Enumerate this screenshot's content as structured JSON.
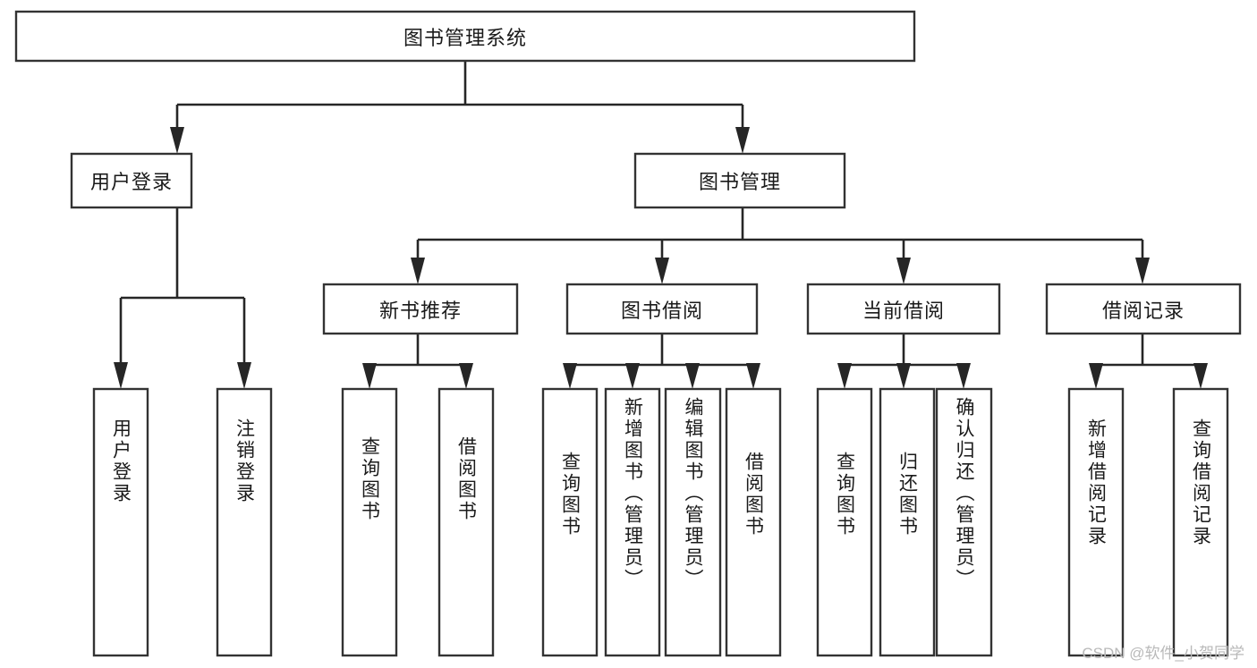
{
  "diagram": {
    "kind": "hierarchy-tree",
    "watermark": "CSDN @软件_小贺同学",
    "colors": {
      "background": "#ffffff",
      "box_stroke": "#333333",
      "connector": "#262626",
      "text": "#1a1a1a",
      "watermark": "#b9b9b9"
    },
    "root": {
      "label": "图书管理系统",
      "orientation": "horizontal"
    },
    "level1": [
      {
        "label": "用户登录",
        "orientation": "horizontal"
      },
      {
        "label": "图书管理",
        "orientation": "horizontal"
      }
    ],
    "level2": [
      {
        "label": "新书推荐",
        "orientation": "horizontal"
      },
      {
        "label": "图书借阅",
        "orientation": "horizontal"
      },
      {
        "label": "当前借阅",
        "orientation": "horizontal"
      },
      {
        "label": "借阅记录",
        "orientation": "horizontal"
      }
    ],
    "leaves": {
      "user_login": [
        {
          "label": "用户登录",
          "orientation": "vertical"
        },
        {
          "label": "注销登录",
          "orientation": "vertical"
        }
      ],
      "new_book_recommend": [
        {
          "label": "查询图书",
          "orientation": "vertical"
        },
        {
          "label": "借阅图书",
          "orientation": "vertical"
        }
      ],
      "book_borrow": [
        {
          "label": "查询图书",
          "orientation": "vertical"
        },
        {
          "label": "新增图书（管理员）",
          "orientation": "vertical"
        },
        {
          "label": "编辑图书（管理员）",
          "orientation": "vertical"
        },
        {
          "label": "借阅图书",
          "orientation": "vertical"
        }
      ],
      "current_borrow": [
        {
          "label": "查询图书",
          "orientation": "vertical"
        },
        {
          "label": "归还图书",
          "orientation": "vertical"
        },
        {
          "label": "确认归还（管理员）",
          "orientation": "vertical"
        }
      ],
      "borrow_record": [
        {
          "label": "新增借阅记录",
          "orientation": "vertical"
        },
        {
          "label": "查询借阅记录",
          "orientation": "vertical"
        }
      ]
    }
  }
}
